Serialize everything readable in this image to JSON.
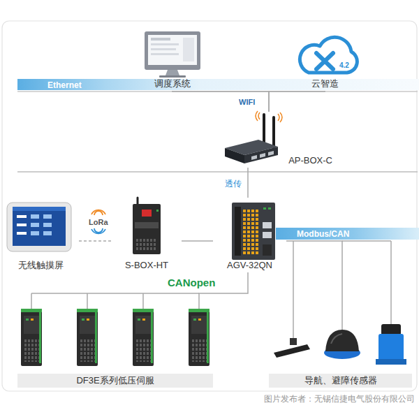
{
  "diagram": {
    "nodes": [
      {
        "text": [
          "调度系统"
        ]
      },
      {
        "text": [
          "云智造"
        ]
      },
      {
        "text": [
          "AP-BOX-C"
        ]
      },
      {
        "text": [
          "无线触摸屏"
        ]
      },
      {
        "text": [
          "S-BOX-HT"
        ]
      },
      {
        "text": [
          "AGV-32QN"
        ]
      },
      {
        "text": [
          "DF3E系列低压伺服"
        ]
      },
      {
        "text": [
          "导航、避障传感器"
        ]
      }
    ],
    "edges": [
      {
        "from": 0,
        "to": 2,
        "arrow": "none"
      },
      {
        "from": 1,
        "to": 2,
        "arrow": "none"
      },
      {
        "from": 2,
        "to": 5,
        "arrow": "none"
      },
      {
        "from": 3,
        "to": 4,
        "arrow": "none"
      },
      {
        "from": 4,
        "to": 5,
        "arrow": "none"
      },
      {
        "from": 5,
        "to": 6,
        "arrow": "none"
      },
      {
        "from": 5,
        "to": 7,
        "arrow": "none"
      }
    ],
    "labels": [
      "Ethernet",
      "4.2",
      "WIFI",
      "透传",
      "LoRa",
      "Modbus/CAN",
      "CANopen",
      "图片发布者：无锡信捷电气股份有限公司"
    ]
  }
}
